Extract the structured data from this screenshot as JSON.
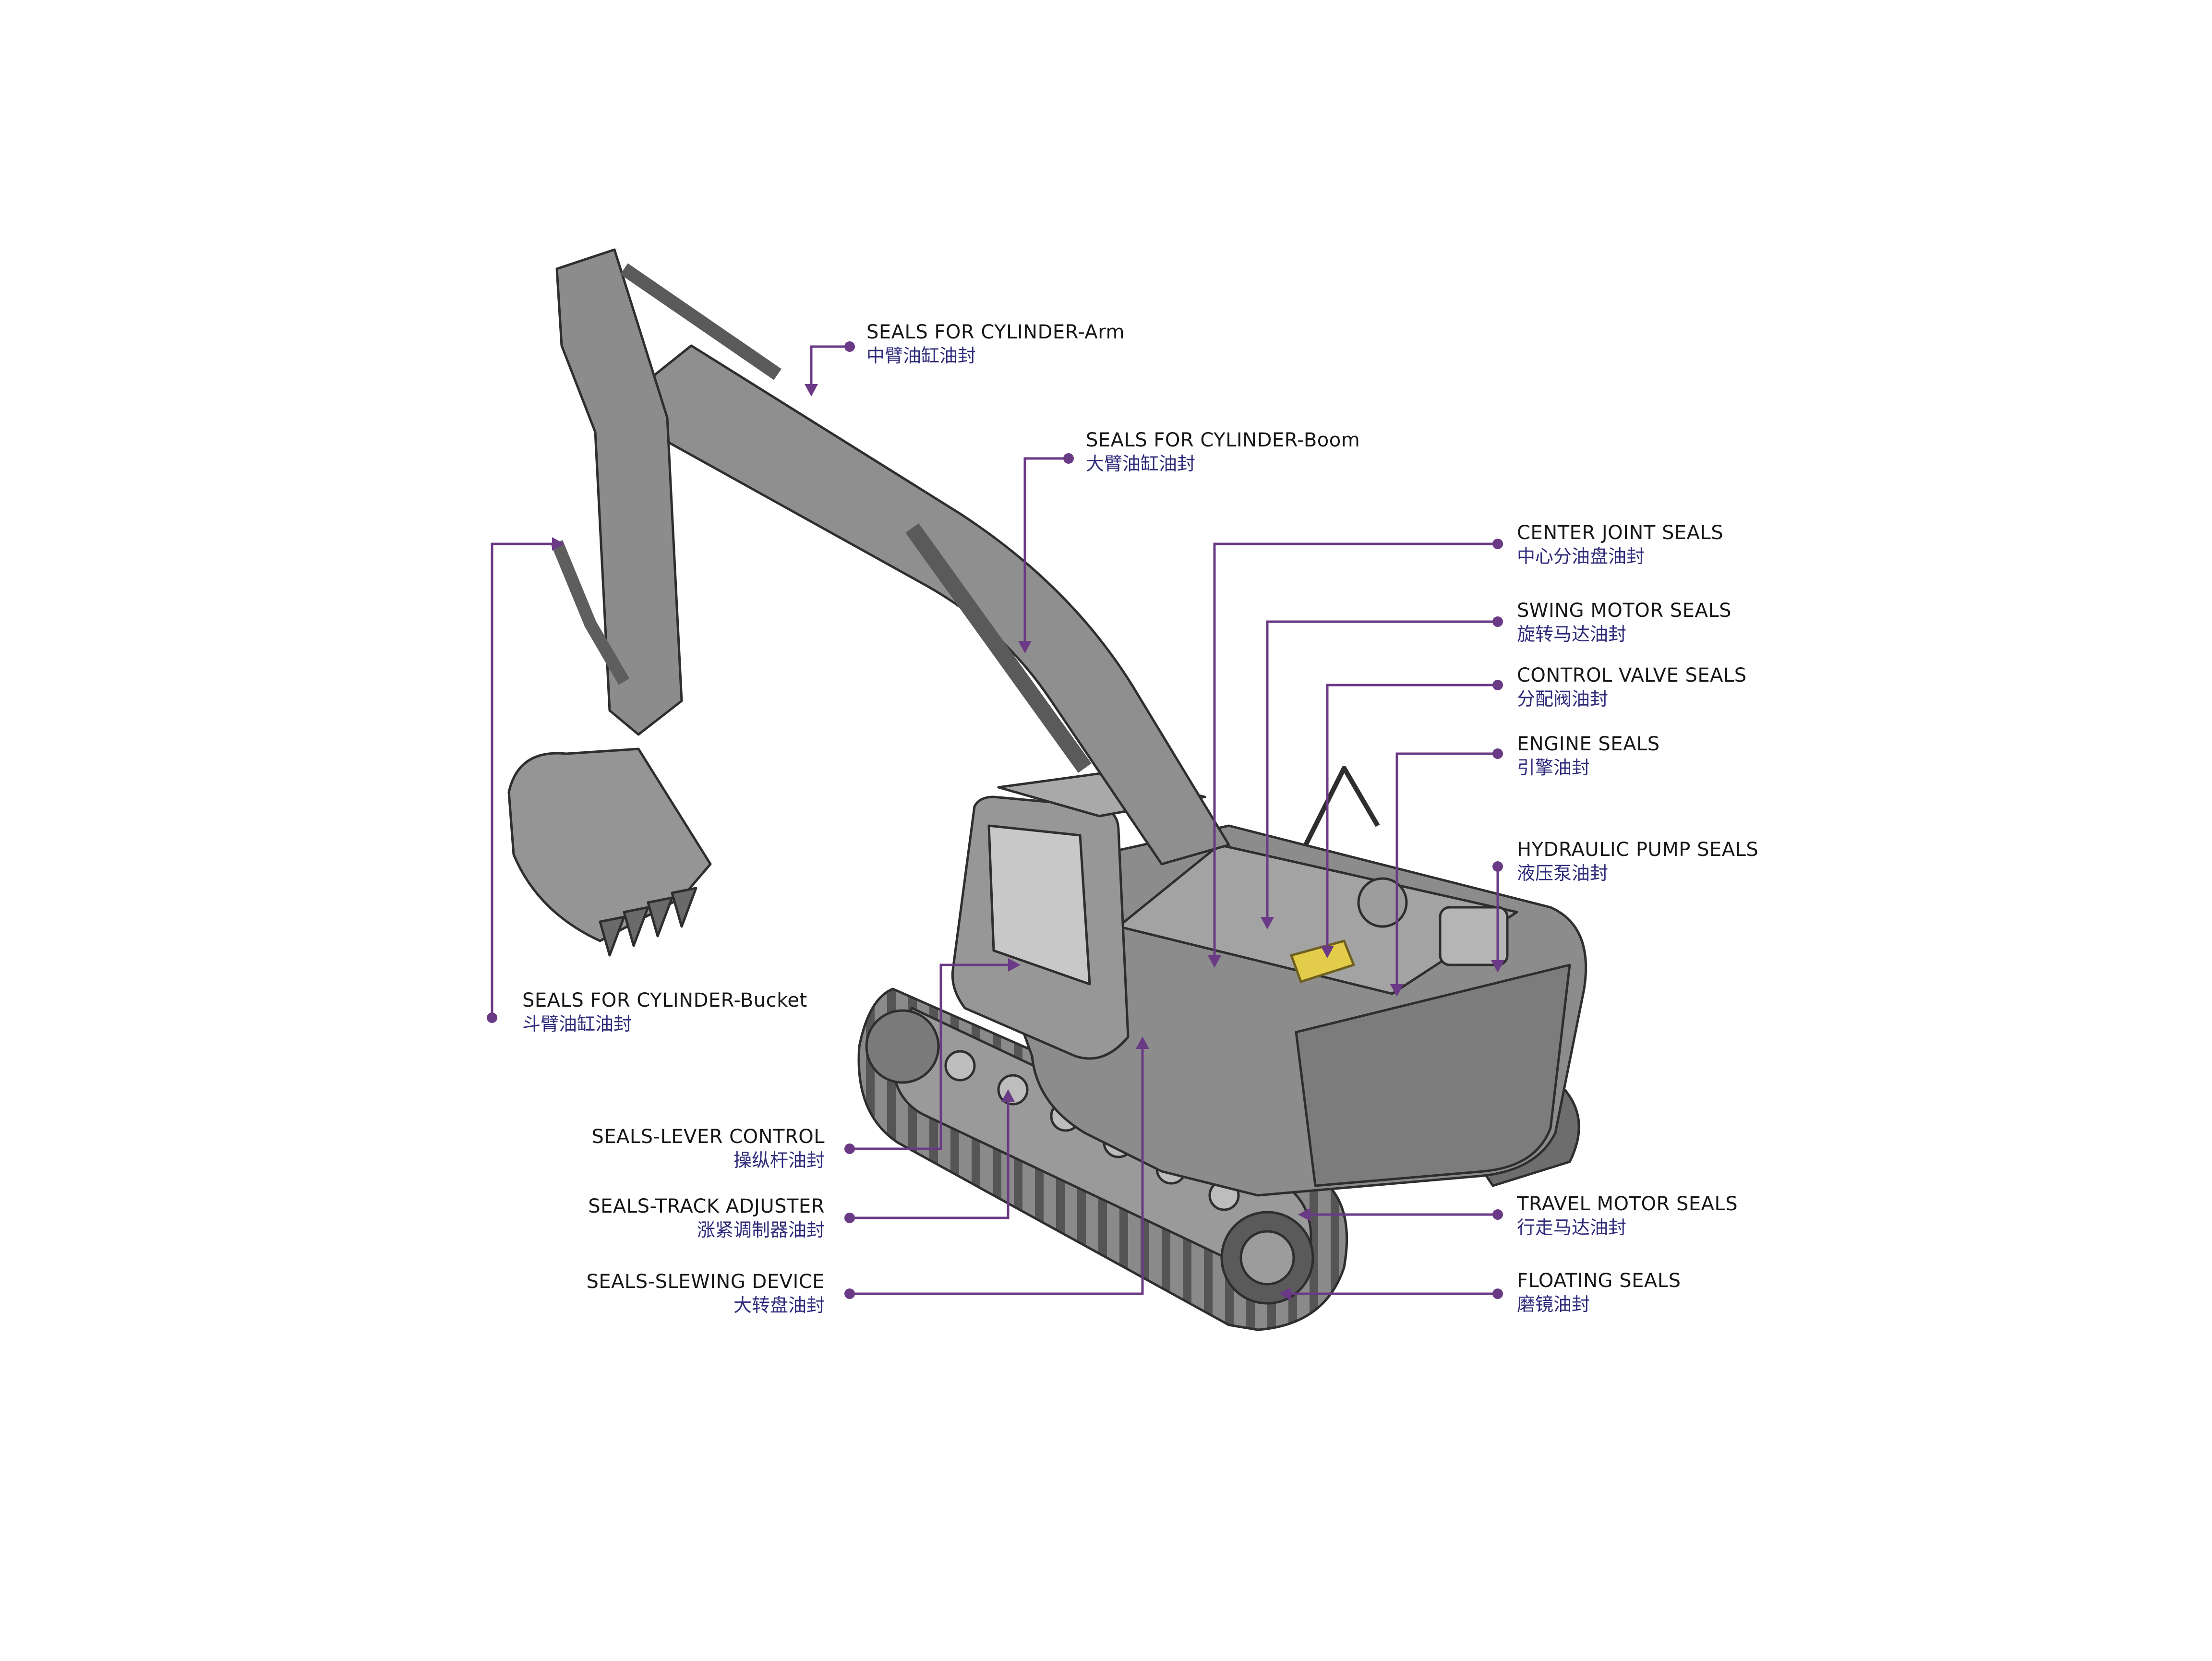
{
  "colors": {
    "leader_line": "#6b3a86",
    "label_en": "#161616",
    "label_cn": "#2f2b7a",
    "machine_body": "#8c8c8c",
    "machine_dark": "#3c3c3c",
    "control_valve_highlight": "#e2cc4a"
  },
  "labels": {
    "arm": {
      "en": "SEALS FOR CYLINDER-Arm",
      "cn": "中臂油缸油封"
    },
    "boom": {
      "en": "SEALS FOR CYLINDER-Boom",
      "cn": "大臂油缸油封"
    },
    "center_joint": {
      "en": "CENTER JOINT SEALS",
      "cn": "中心分油盘油封"
    },
    "swing_motor": {
      "en": "SWING MOTOR SEALS",
      "cn": "旋转马达油封"
    },
    "control_valve": {
      "en": "CONTROL VALVE SEALS",
      "cn": "分配阀油封"
    },
    "engine": {
      "en": "ENGINE SEALS",
      "cn": "引擎油封"
    },
    "hydraulic_pump": {
      "en": "HYDRAULIC PUMP SEALS",
      "cn": "液压泵油封"
    },
    "bucket": {
      "en": "SEALS FOR CYLINDER-Bucket",
      "cn": "斗臂油缸油封"
    },
    "lever_control": {
      "en": "SEALS-LEVER CONTROL",
      "cn": "操纵杆油封"
    },
    "track_adjuster": {
      "en": "SEALS-TRACK ADJUSTER",
      "cn": "涨紧调制器油封"
    },
    "slewing_device": {
      "en": "SEALS-SLEWING DEVICE",
      "cn": "大转盘油封"
    },
    "travel_motor": {
      "en": "TRAVEL MOTOR SEALS",
      "cn": "行走马达油封"
    },
    "floating": {
      "en": "FLOATING SEALS",
      "cn": "磨镜油封"
    }
  }
}
